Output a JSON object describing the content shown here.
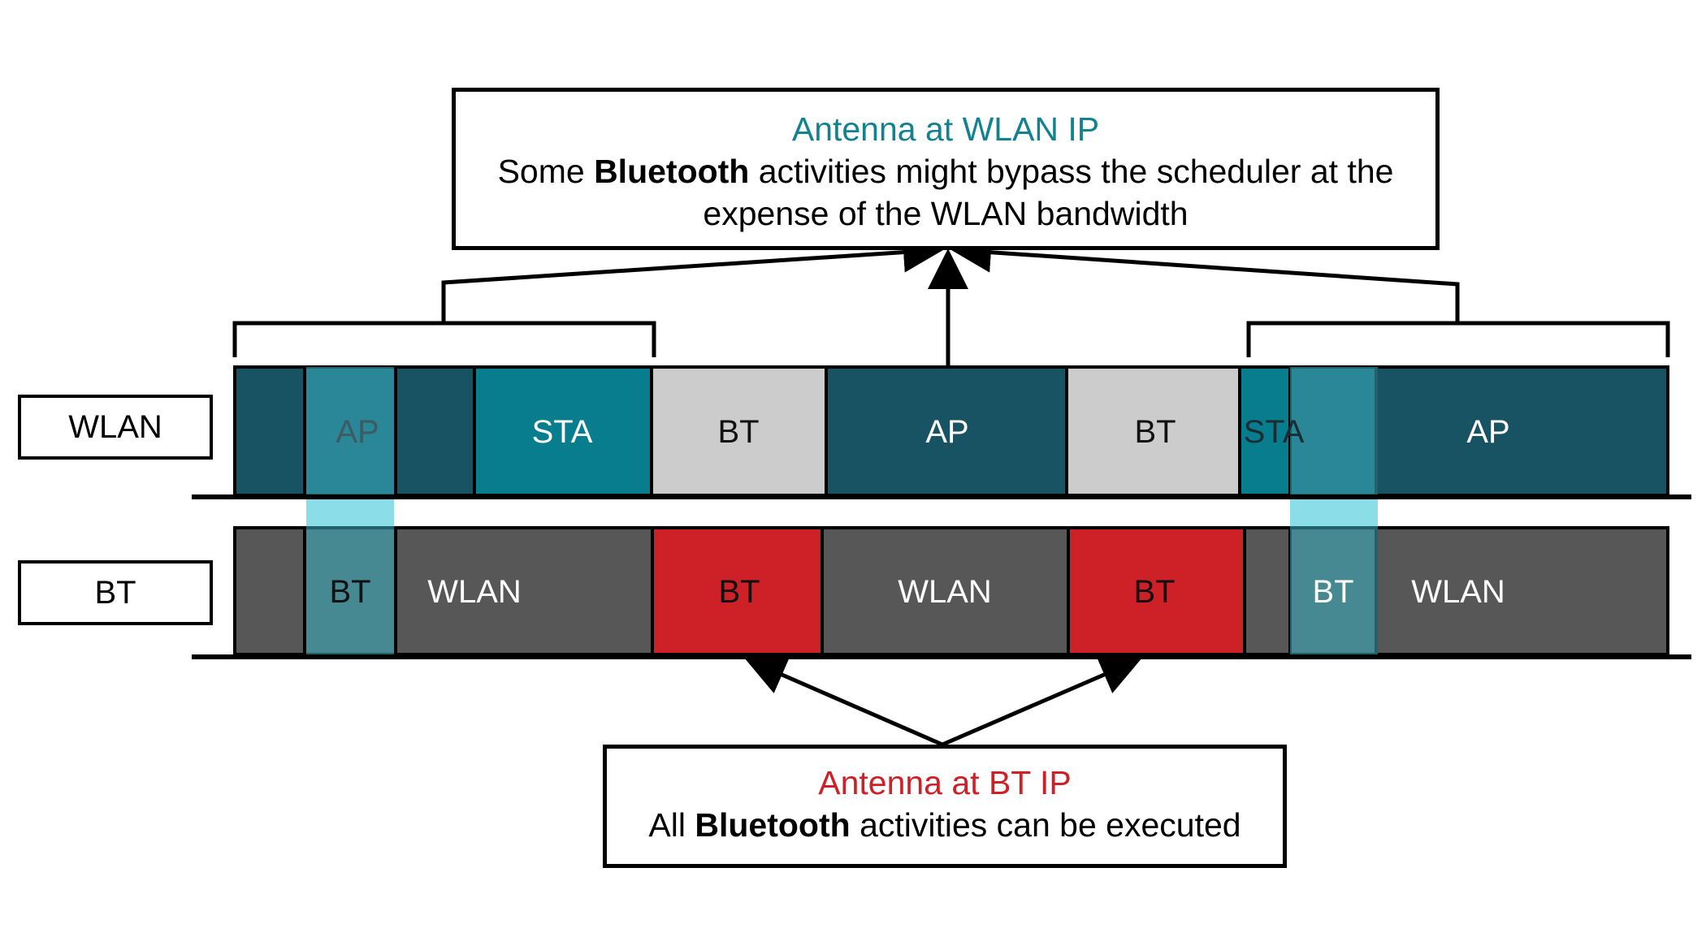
{
  "colors": {
    "wlan_dark": "#185363",
    "wlan_sta": "#087d8e",
    "bt_gray": "#575757",
    "bt_light": "#cccccc",
    "bt_red": "#cd2027",
    "overlay_teal": "#3bb3c3",
    "overlay_cyan": "#8bdde8",
    "accent_teal": "#12838e",
    "accent_red": "#cd2027"
  },
  "rows": {
    "wlan_label": "WLAN",
    "bt_label": "BT"
  },
  "wlan_segments": [
    {
      "label": "",
      "color": "wlan_dark"
    },
    {
      "label": "AP",
      "color": "wlan_dark",
      "faded": true
    },
    {
      "label": "",
      "color": "wlan_dark"
    },
    {
      "label": "STA",
      "color": "wlan_sta"
    },
    {
      "label": "BT",
      "color": "bt_light",
      "text_dark": true
    },
    {
      "label": "AP",
      "color": "wlan_dark"
    },
    {
      "label": "BT",
      "color": "bt_light",
      "text_dark": true
    },
    {
      "label": "STA",
      "color": "wlan_sta",
      "dark_text": true
    },
    {
      "label": "",
      "color": "wlan_dark"
    },
    {
      "label": "AP",
      "color": "wlan_dark"
    }
  ],
  "bt_segments": [
    {
      "label": "",
      "color": "bt_gray"
    },
    {
      "label": "BT",
      "color": "bt_gray",
      "text_dark": true
    },
    {
      "label": "WLAN",
      "color": "bt_gray"
    },
    {
      "label": "BT",
      "color": "bt_red",
      "text_dark": true
    },
    {
      "label": "WLAN",
      "color": "bt_gray"
    },
    {
      "label": "BT",
      "color": "bt_red",
      "text_dark": true
    },
    {
      "label": "",
      "color": "bt_gray"
    },
    {
      "label": "BT",
      "color": "bt_gray"
    },
    {
      "label": "WLAN",
      "color": "bt_gray"
    }
  ],
  "callout_top": {
    "title": "Antenna at WLAN IP",
    "line1_pre": "Some ",
    "line1_bold": "Bluetooth",
    "line1_post": " activities might bypass the scheduler at the",
    "line2": "expense of the WLAN bandwidth"
  },
  "callout_bottom": {
    "title": "Antenna at BT IP",
    "line1_pre": "All ",
    "line1_bold": "Bluetooth",
    "line1_post": " activities can be executed"
  }
}
